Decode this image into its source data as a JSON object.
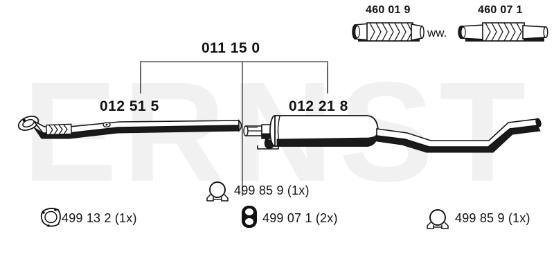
{
  "watermark": {
    "text": "ERNST"
  },
  "diagram": {
    "title_assembly": "011 15 0",
    "front_pipe_label": "012 51 5",
    "middle_silencer_label": "012 21 8",
    "flex_pipe_left_label": "460 01 9",
    "flex_pipe_right_label": "460 07 1",
    "ww_text": "ww."
  },
  "parts": [
    {
      "id": "clamp-center",
      "label": "499 85 9 (1x)",
      "icon": "clamp-icon"
    },
    {
      "id": "gasket-left",
      "label": "499 13 2 (1x)",
      "icon": "flange-gasket-icon"
    },
    {
      "id": "rubber-hanger",
      "label": "499 07 1 (2x)",
      "icon": "rubber-hanger-icon"
    },
    {
      "id": "clamp-right",
      "label": "499 85 9 (1x)",
      "icon": "clamp-icon"
    }
  ],
  "colors": {
    "ink": "#111111",
    "leader": "#555555",
    "watermark": "#f1f1f1",
    "fill_dark": "#1a1a1a",
    "fill_light": "#ffffff"
  }
}
